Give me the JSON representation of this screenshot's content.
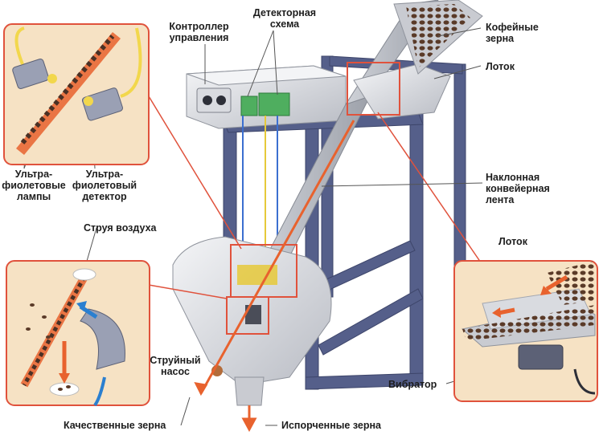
{
  "labels": {
    "controller": [
      "Контроллер",
      "управления"
    ],
    "detector_circuit": [
      "Детекторная",
      "схема"
    ],
    "coffee_beans": [
      "Кофейные",
      "зерна"
    ],
    "tray_top": "Лоток",
    "inclined_belt": [
      "Наклонная",
      "конвейерная",
      "лента"
    ],
    "tray_right": "Лоток",
    "vibrator": "Вибратор",
    "uv_lamps": [
      "Ультра-",
      "фиолетовые",
      "лампы"
    ],
    "uv_detector": [
      "Ультра-",
      "фиолетовый",
      "детектор"
    ],
    "air_jet": "Струя воздуха",
    "jet_pump": [
      "Струйный",
      "насос"
    ],
    "quality_beans": "Качественные зерна",
    "spoiled_beans": "Испорченные зерна"
  },
  "colors": {
    "frame": "#555f8a",
    "inset_border": "#e0523c",
    "inset_fill": "#f6e2c4",
    "bean_path": "#e8622e",
    "detector_green": "#4fae5f",
    "bean": "#5a3a28"
  }
}
